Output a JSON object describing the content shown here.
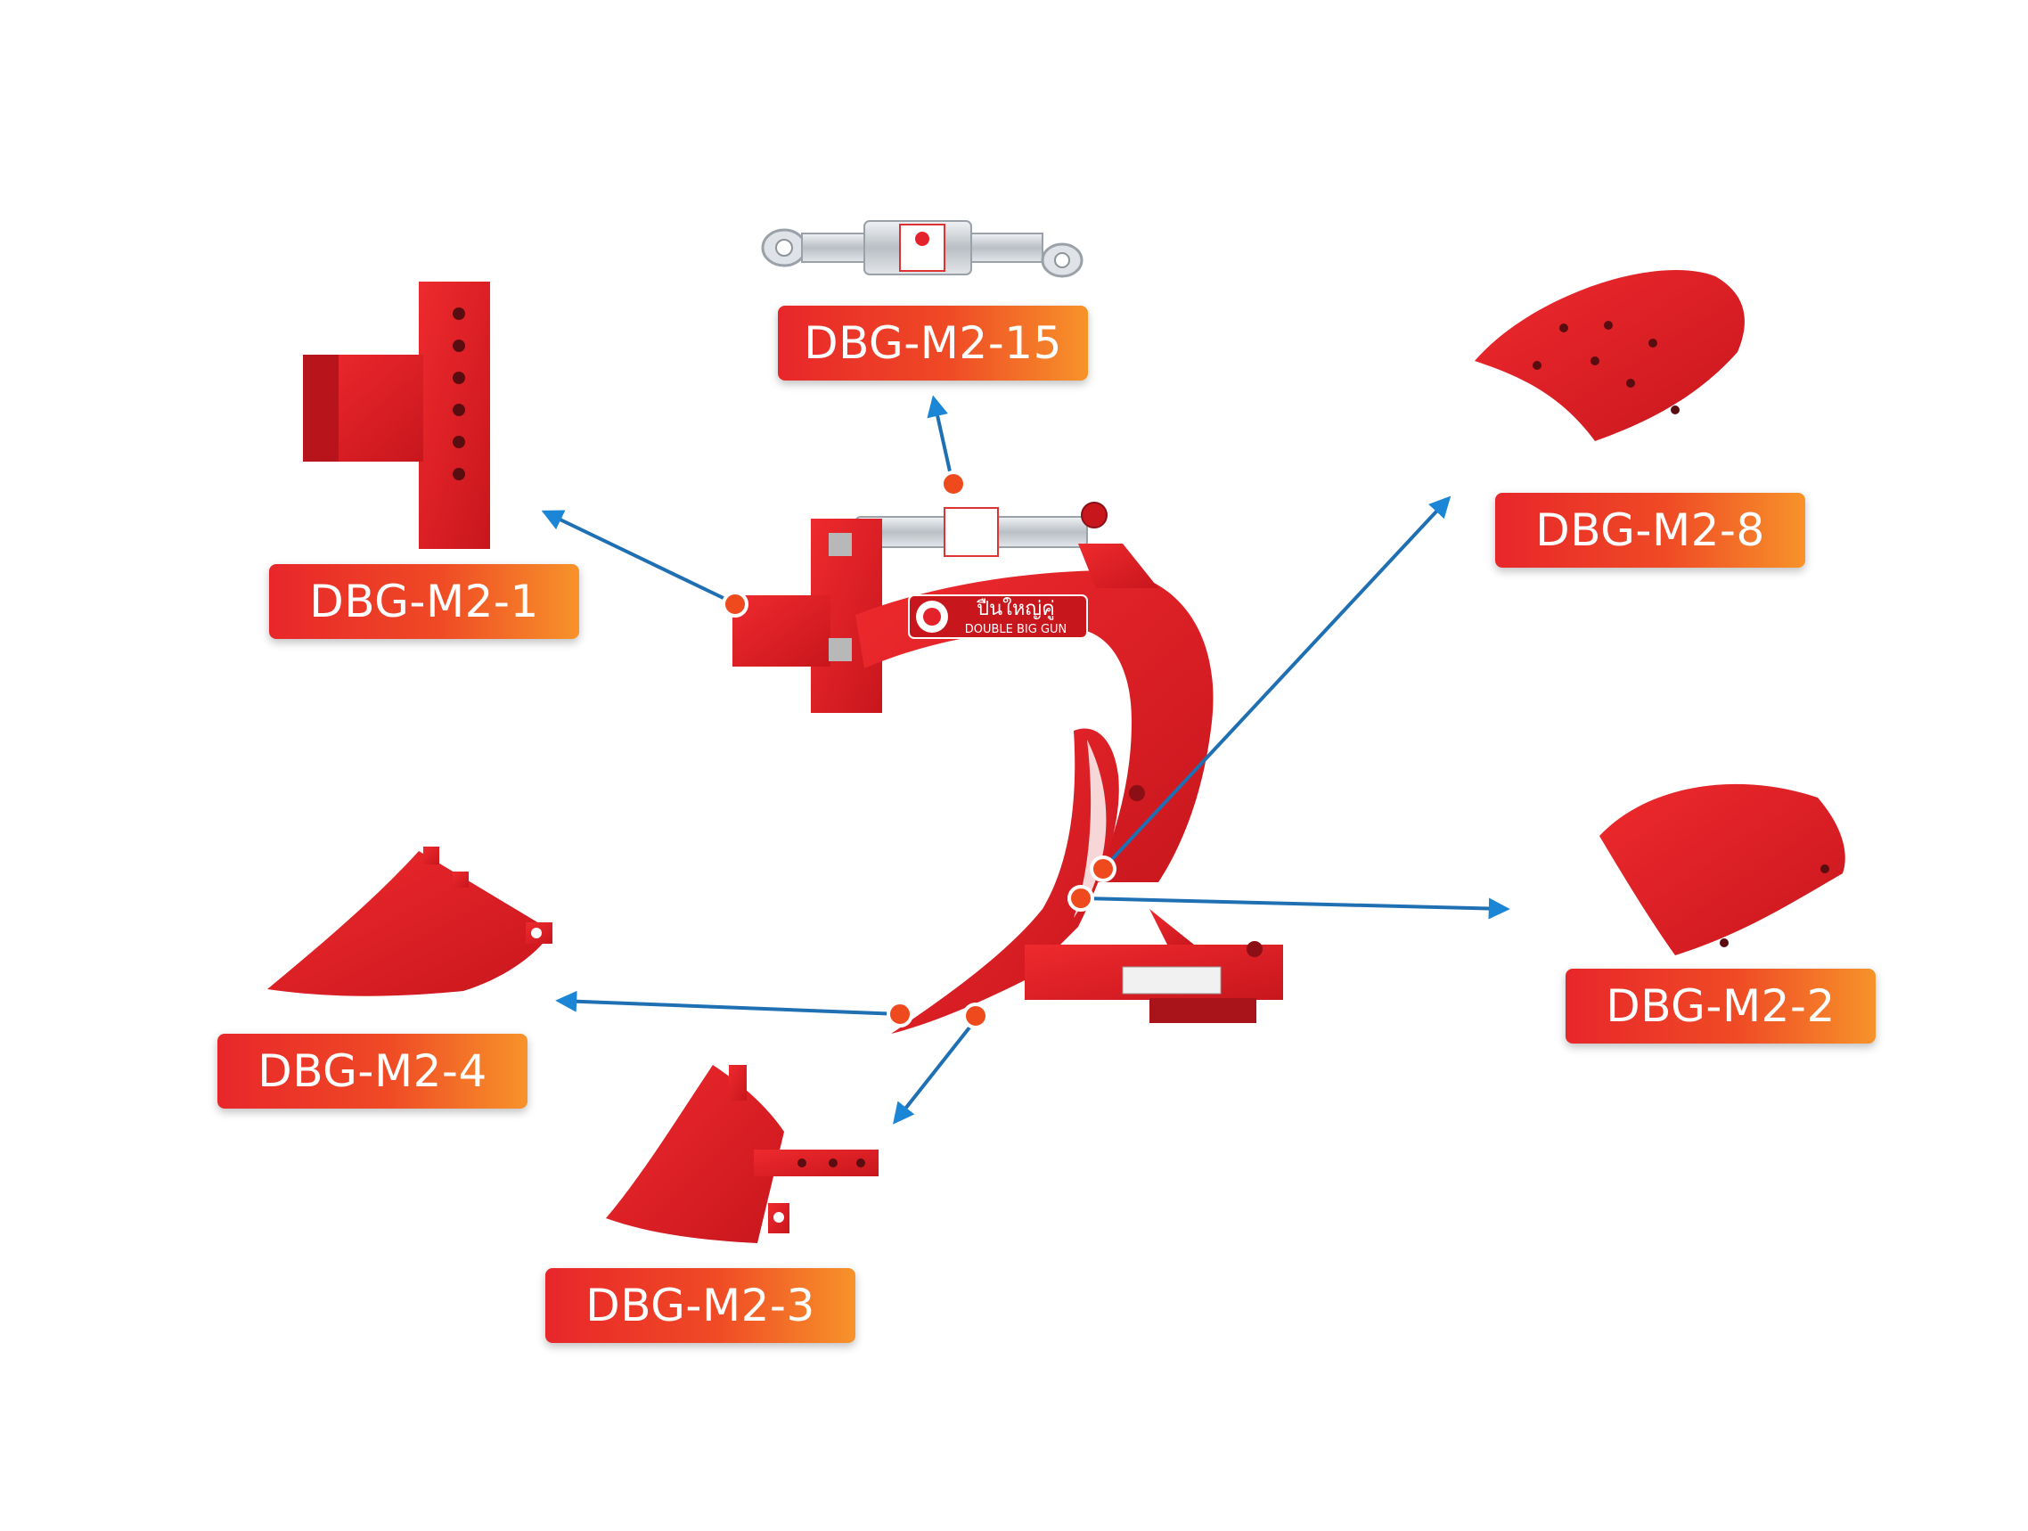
{
  "colors": {
    "part_red": "#e4222b",
    "part_dark": "#b5141c",
    "arrow": "#1f6fb3",
    "arrow_head": "#1b86d6",
    "dot": "#ef4a1e",
    "metal": "#c9ced3"
  },
  "parts": [
    {
      "id": "m2-15",
      "label": "DBG-M2-15",
      "icon": "top-link-icon"
    },
    {
      "id": "m2-1",
      "label": "DBG-M2-1",
      "icon": "mounting-bracket-icon"
    },
    {
      "id": "m2-8",
      "label": "DBG-M2-8",
      "icon": "moldboard-icon"
    },
    {
      "id": "m2-2",
      "label": "DBG-M2-2",
      "icon": "moldboard-extension-icon"
    },
    {
      "id": "m2-4",
      "label": "DBG-M2-4",
      "icon": "share-blade-icon"
    },
    {
      "id": "m2-3",
      "label": "DBG-M2-3",
      "icon": "point-share-icon"
    }
  ],
  "plow": {
    "brand_text": "ปืนใหญ่คู่",
    "brand_subtext": "DOUBLE BIG GUN"
  }
}
